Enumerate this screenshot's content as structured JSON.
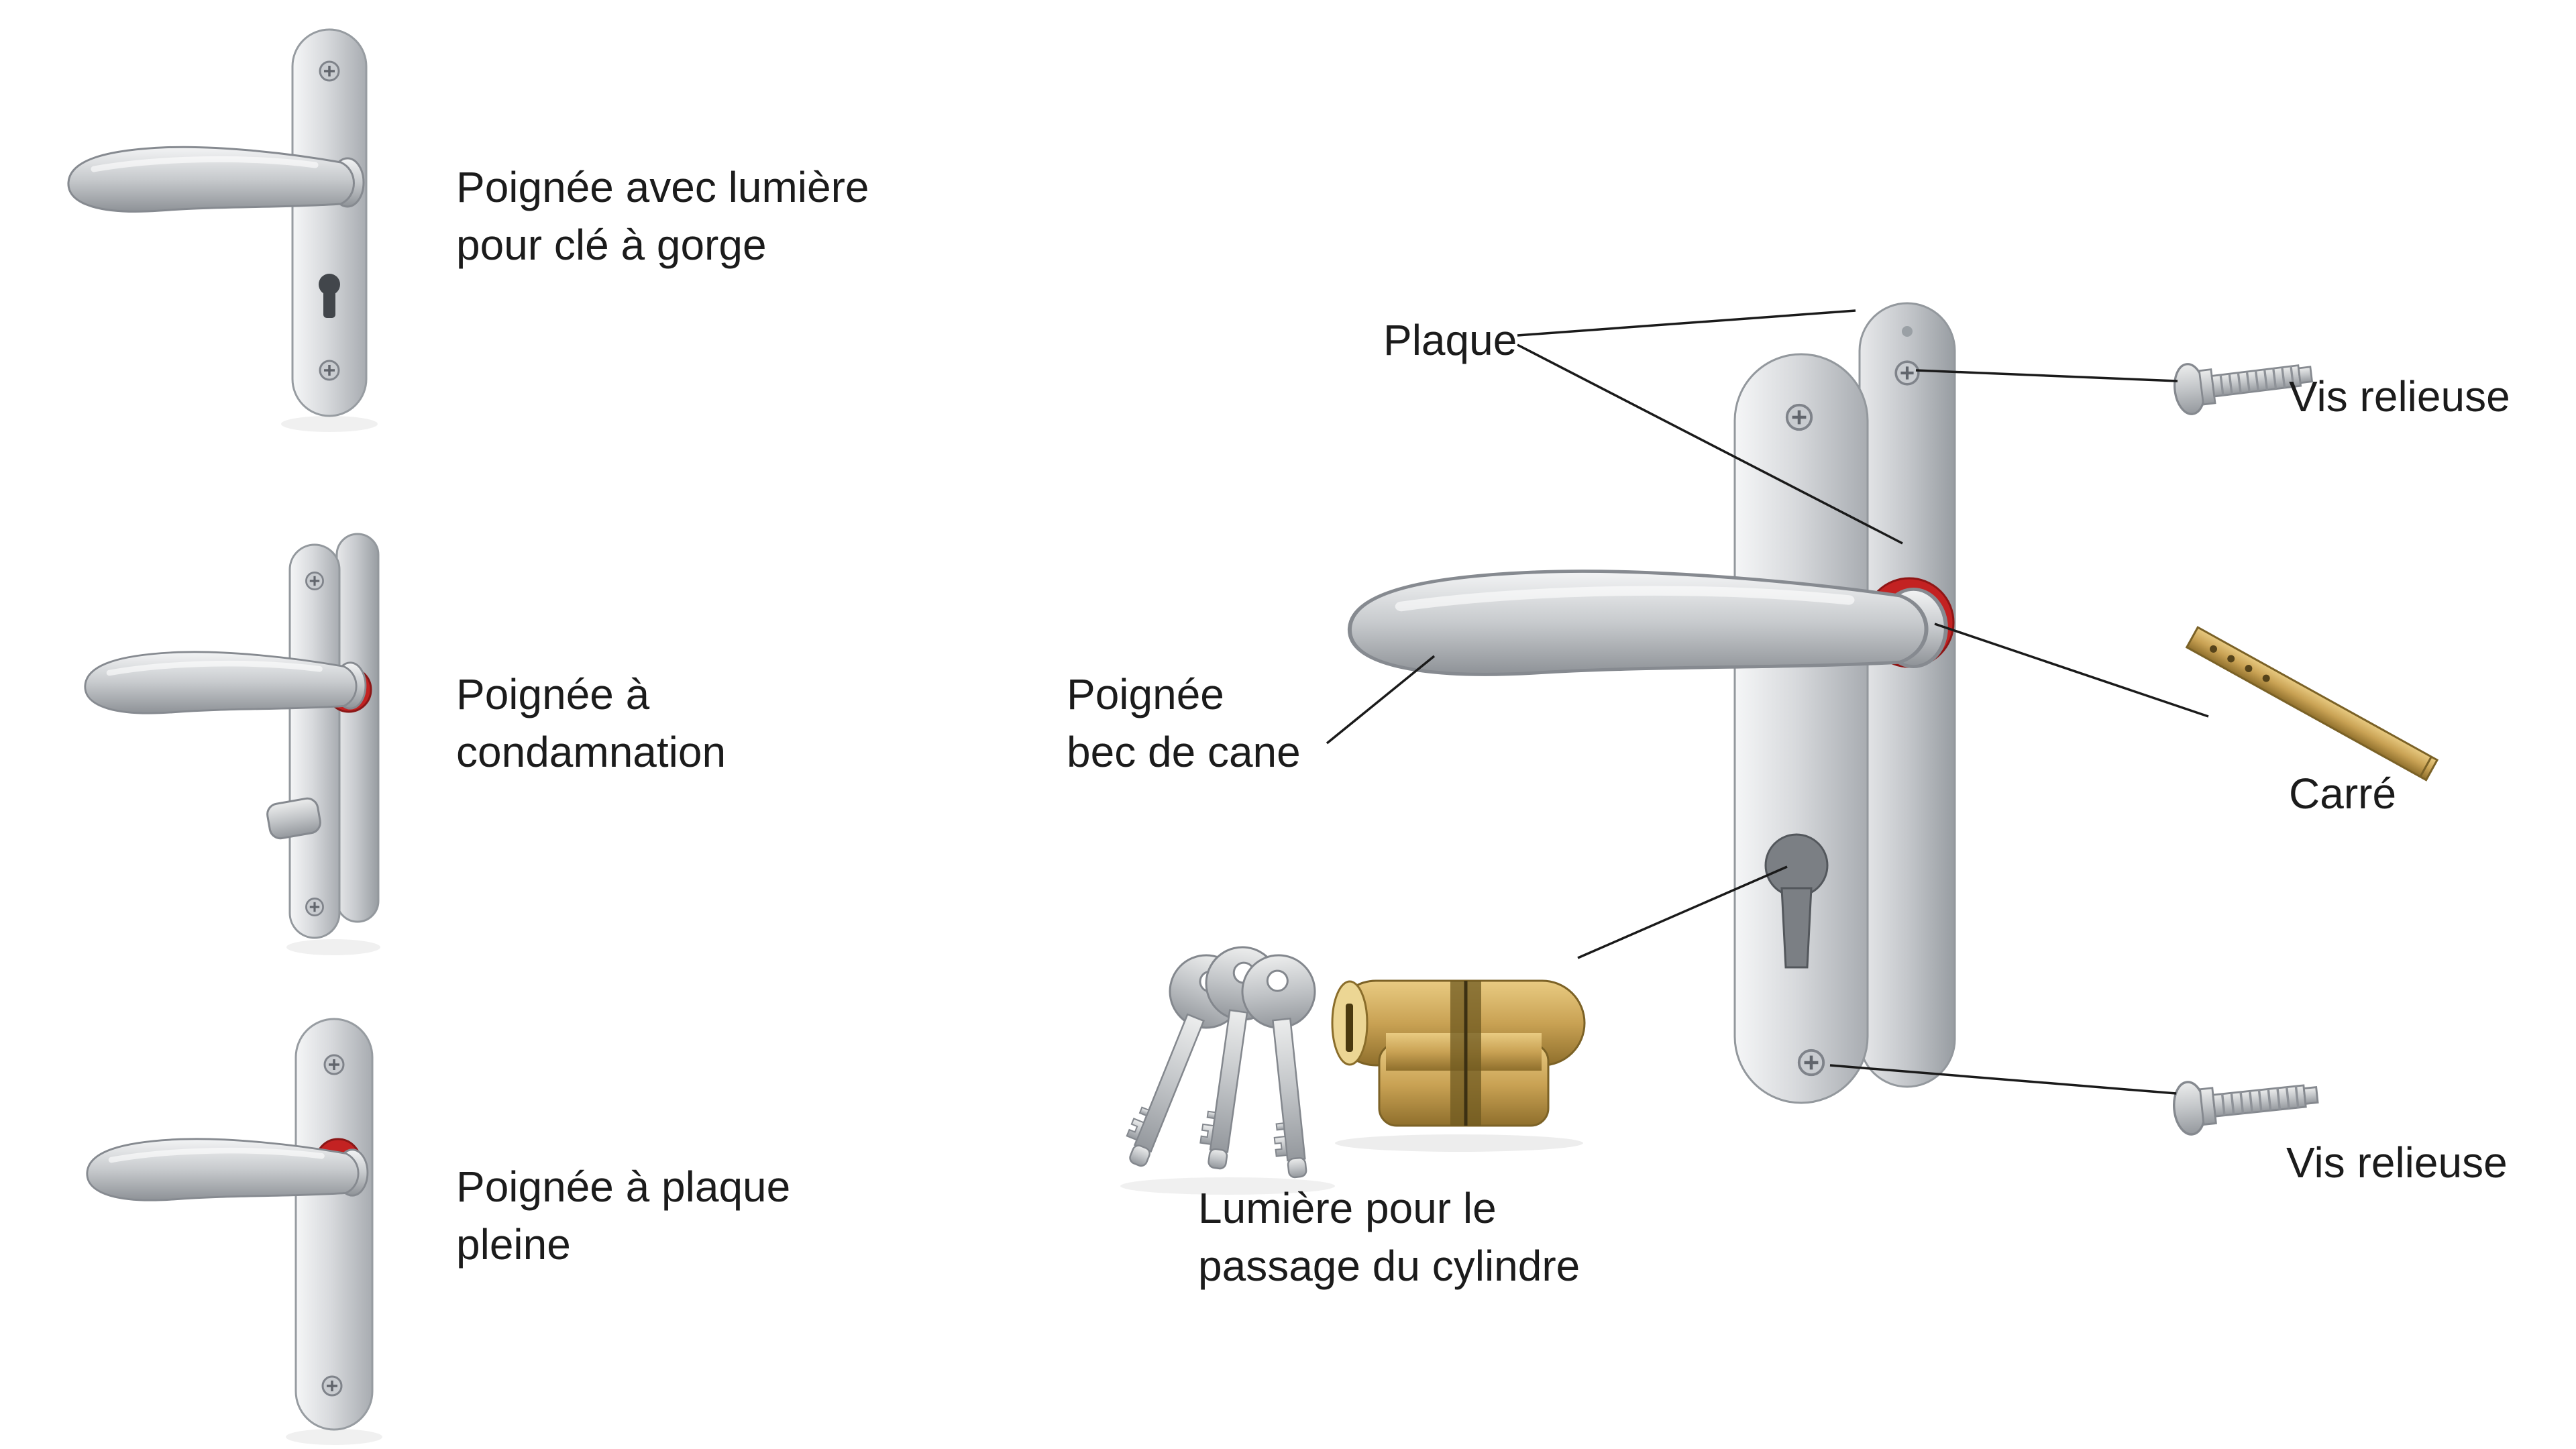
{
  "page": {
    "background": "#ffffff"
  },
  "left_handles": [
    {
      "name": "poignee-cle-a-gorge",
      "label": "Poignée avec lumière\npour clé à gorge"
    },
    {
      "name": "poignee-condamnation",
      "label": "Poignée à\ncondamnation"
    },
    {
      "name": "poignee-plaque-pleine",
      "label": "Poignée à plaque\npleine"
    }
  ],
  "exploded_view": {
    "labels": {
      "plaque": "Plaque",
      "vis_relieuse_top": "Vis relieuse",
      "carre": "Carré",
      "poignee_bec_de_cane": "Poignée\nbec de cane",
      "lumiere_cylindre": "Lumière pour le\npassage du cylindre",
      "vis_relieuse_bottom": "Vis relieuse"
    }
  },
  "icons": {
    "handle_plate": "door-handle-on-plate",
    "screw": "connecting-screw",
    "square_spindle": "square-spindle-bar",
    "cylinder": "euro-cylinder-lock",
    "keys": "three-keys"
  },
  "colors": {
    "background": "#ffffff",
    "text": "#1b1b1b",
    "annotation_line": "#1a1a1a",
    "accent_red": "#c32222",
    "metal_silver": "#c6c9cd",
    "brass": "#c09a4f"
  }
}
